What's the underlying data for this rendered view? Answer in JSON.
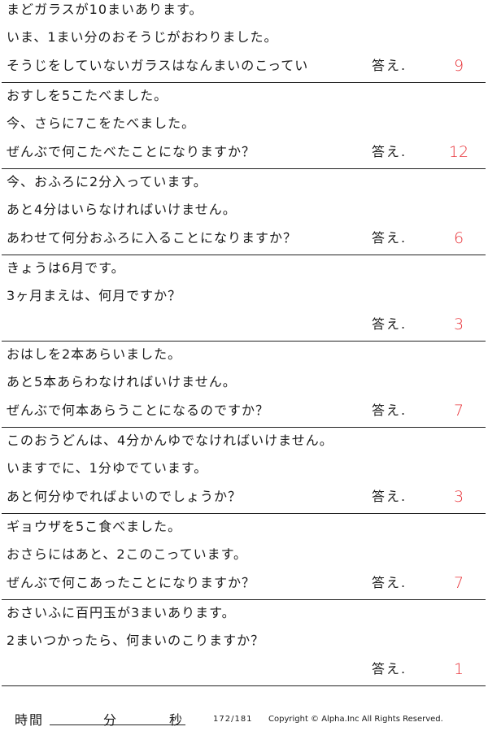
{
  "problems": [
    {
      "lines": [
        "まどガラスが10まいあります。",
        "いま、1まい分のおそうじがおわりました。",
        "そうじをしていないガラスはなんまいのこってい"
      ],
      "answer_label": "答え.",
      "answer": "9"
    },
    {
      "lines": [
        "おすしを5こたべました。",
        "今、さらに7こをたべました。",
        "ぜんぶで何こたべたことになりますか？"
      ],
      "answer_label": "答え.",
      "answer": "12"
    },
    {
      "lines": [
        "今、おふろに2分入っています。",
        "あと4分はいらなければいけません。",
        "あわせて何分おふろに入ることになりますか？"
      ],
      "answer_label": "答え.",
      "answer": "6"
    },
    {
      "lines": [
        "きょうは6月です。",
        "3ヶ月まえは、何月ですか？",
        ""
      ],
      "answer_label": "答え.",
      "answer": "3"
    },
    {
      "lines": [
        "おはしを2本あらいました。",
        "あと5本あらわなければいけません。",
        "ぜんぶで何本あらうことになるのですか？"
      ],
      "answer_label": "答え.",
      "answer": "7"
    },
    {
      "lines": [
        "このおうどんは、4分かんゆでなければいけません。",
        "いますでに、1分ゆでています。",
        "あと何分ゆでればよいのでしょうか？"
      ],
      "answer_label": "答え.",
      "answer": "3"
    },
    {
      "lines": [
        "ギョウザを5こ食べました。",
        "おさらにはあと、2このこっています。",
        "ぜんぶで何こあったことになりますか？"
      ],
      "answer_label": "答え.",
      "answer": "7"
    },
    {
      "lines": [
        "おさいふに百円玉が3まいあります。",
        "2まいつかったら、何まいのこりますか？",
        ""
      ],
      "answer_label": "答え.",
      "answer": "1"
    }
  ],
  "footer": {
    "time_label": "時間",
    "minutes_label": "分",
    "seconds_label": "秒",
    "page_number": "172/181",
    "copyright": "Copyright ©  Alpha.Inc All Rights Reserved."
  },
  "colors": {
    "answer": "#e8343a",
    "text": "#1a1a1a",
    "rule": "#222222"
  }
}
